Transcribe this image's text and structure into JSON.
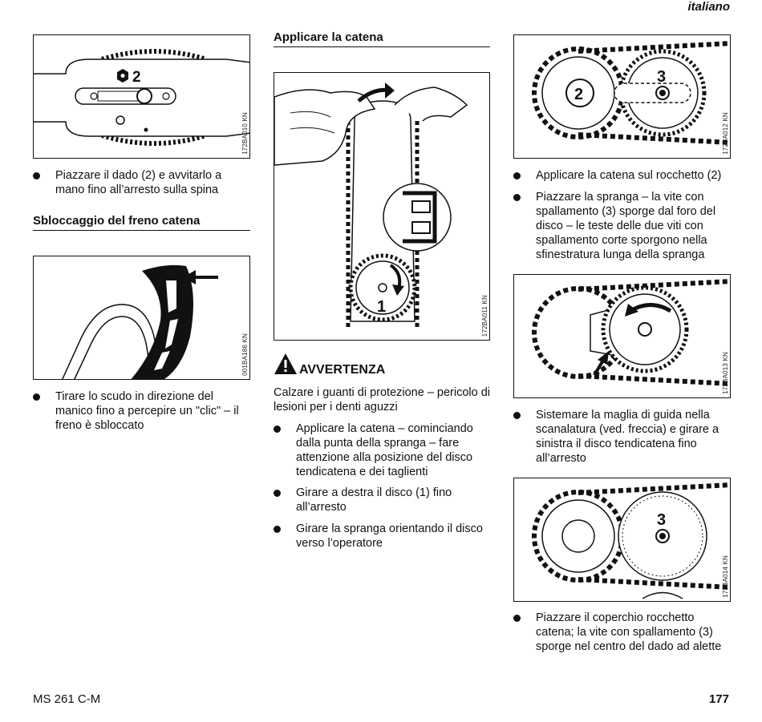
{
  "header": {
    "language": "italiano"
  },
  "left": {
    "fig1": {
      "code": "172BA010 KN",
      "callout": "2"
    },
    "bullet1": "Piazzare il dado (2) e avvitarlo a mano fino all’arresto sulla spina",
    "section_title": "Sbloccaggio del freno catena",
    "fig2": {
      "code": "001BA186 KN"
    },
    "bullet2": "Tirare lo scudo in direzione del manico fino a percepire un \"clic\" – il freno è sbloccato"
  },
  "middle": {
    "section_title": "Applicare la catena",
    "fig": {
      "code": "172BA011 KN",
      "callout": "1"
    },
    "warning": {
      "title": "AVVERTENZA",
      "text": "Calzare i guanti di protezione – pericolo di lesioni per i denti aguzzi"
    },
    "bullets": [
      "Applicare la catena – cominciando dalla punta della spranga – fare attenzione alla posizione del disco tendicatena e dei taglienti",
      "Girare a destra il disco (1) fino all’arresto",
      "Girare la spranga orientando il disco verso l’operatore"
    ]
  },
  "right": {
    "fig1": {
      "code": "172BA012 KN",
      "callout_a": "2",
      "callout_b": "3"
    },
    "bullets1": [
      "Applicare la catena sul rocchetto (2)",
      "Piazzare la spranga – la vite con spallamento (3) sporge dal foro del disco – le teste delle due viti con spallamento corte sporgono nella sfinestratura lunga della spranga"
    ],
    "fig2": {
      "code": "172BA013 KN"
    },
    "bullet2": "Sistemare la maglia di guida nella scanalatura (ved. freccia) e girare a sinistra il disco tendicatena fino all’arresto",
    "fig3": {
      "code": "172BA014 KN",
      "callout": "3"
    },
    "bullet3": "Piazzare il coperchio rocchetto catena; la vite con spallamento (3) sporge nel centro del dado ad alette"
  },
  "footer": {
    "model": "MS 261 C-M",
    "page": "177"
  }
}
